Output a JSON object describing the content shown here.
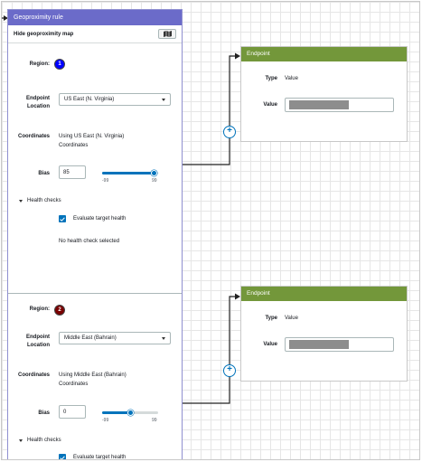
{
  "panel": {
    "title": "Geoproximity rule",
    "hide_map_label": "Hide geoproximity map",
    "map_icon": "map-icon"
  },
  "labels": {
    "region": "Region:",
    "endpoint_location_1": "Endpoint",
    "endpoint_location_2": "Location",
    "coordinates": "Coordinates",
    "bias": "Bias",
    "health_checks": "Health checks",
    "evaluate_target_health": "Evaluate target health"
  },
  "regions": [
    {
      "number": "1",
      "badge_color": "#0000ff",
      "location": "US East (N. Virginia)",
      "coordinates_line1": "Using US East (N. Virginia)",
      "coordinates_line2": "Coordinates",
      "bias_value": "85",
      "bias_fraction": 0.93,
      "slider_min": "-99",
      "slider_max": "99",
      "evaluate_target_health": true,
      "health_check_status": "No health check selected"
    },
    {
      "number": "2",
      "badge_color": "#7a0000",
      "location": "Middle East (Bahrain)",
      "coordinates_line1": "Using Middle East (Bahrain)",
      "coordinates_line2": "Coordinates",
      "bias_value": "0",
      "bias_fraction": 0.5,
      "slider_min": "-99",
      "slider_max": "99",
      "evaluate_target_health": true
    }
  ],
  "endpoints": [
    {
      "title": "Endpoint",
      "type_label": "Type",
      "type_value": "Value",
      "value_label": "Value"
    },
    {
      "title": "Endpoint",
      "type_label": "Type",
      "type_value": "Value",
      "value_label": "Value"
    }
  ],
  "colors": {
    "panel_header": "#6b6bc9",
    "endpoint_header": "#73973a",
    "accent": "#0073bb"
  }
}
